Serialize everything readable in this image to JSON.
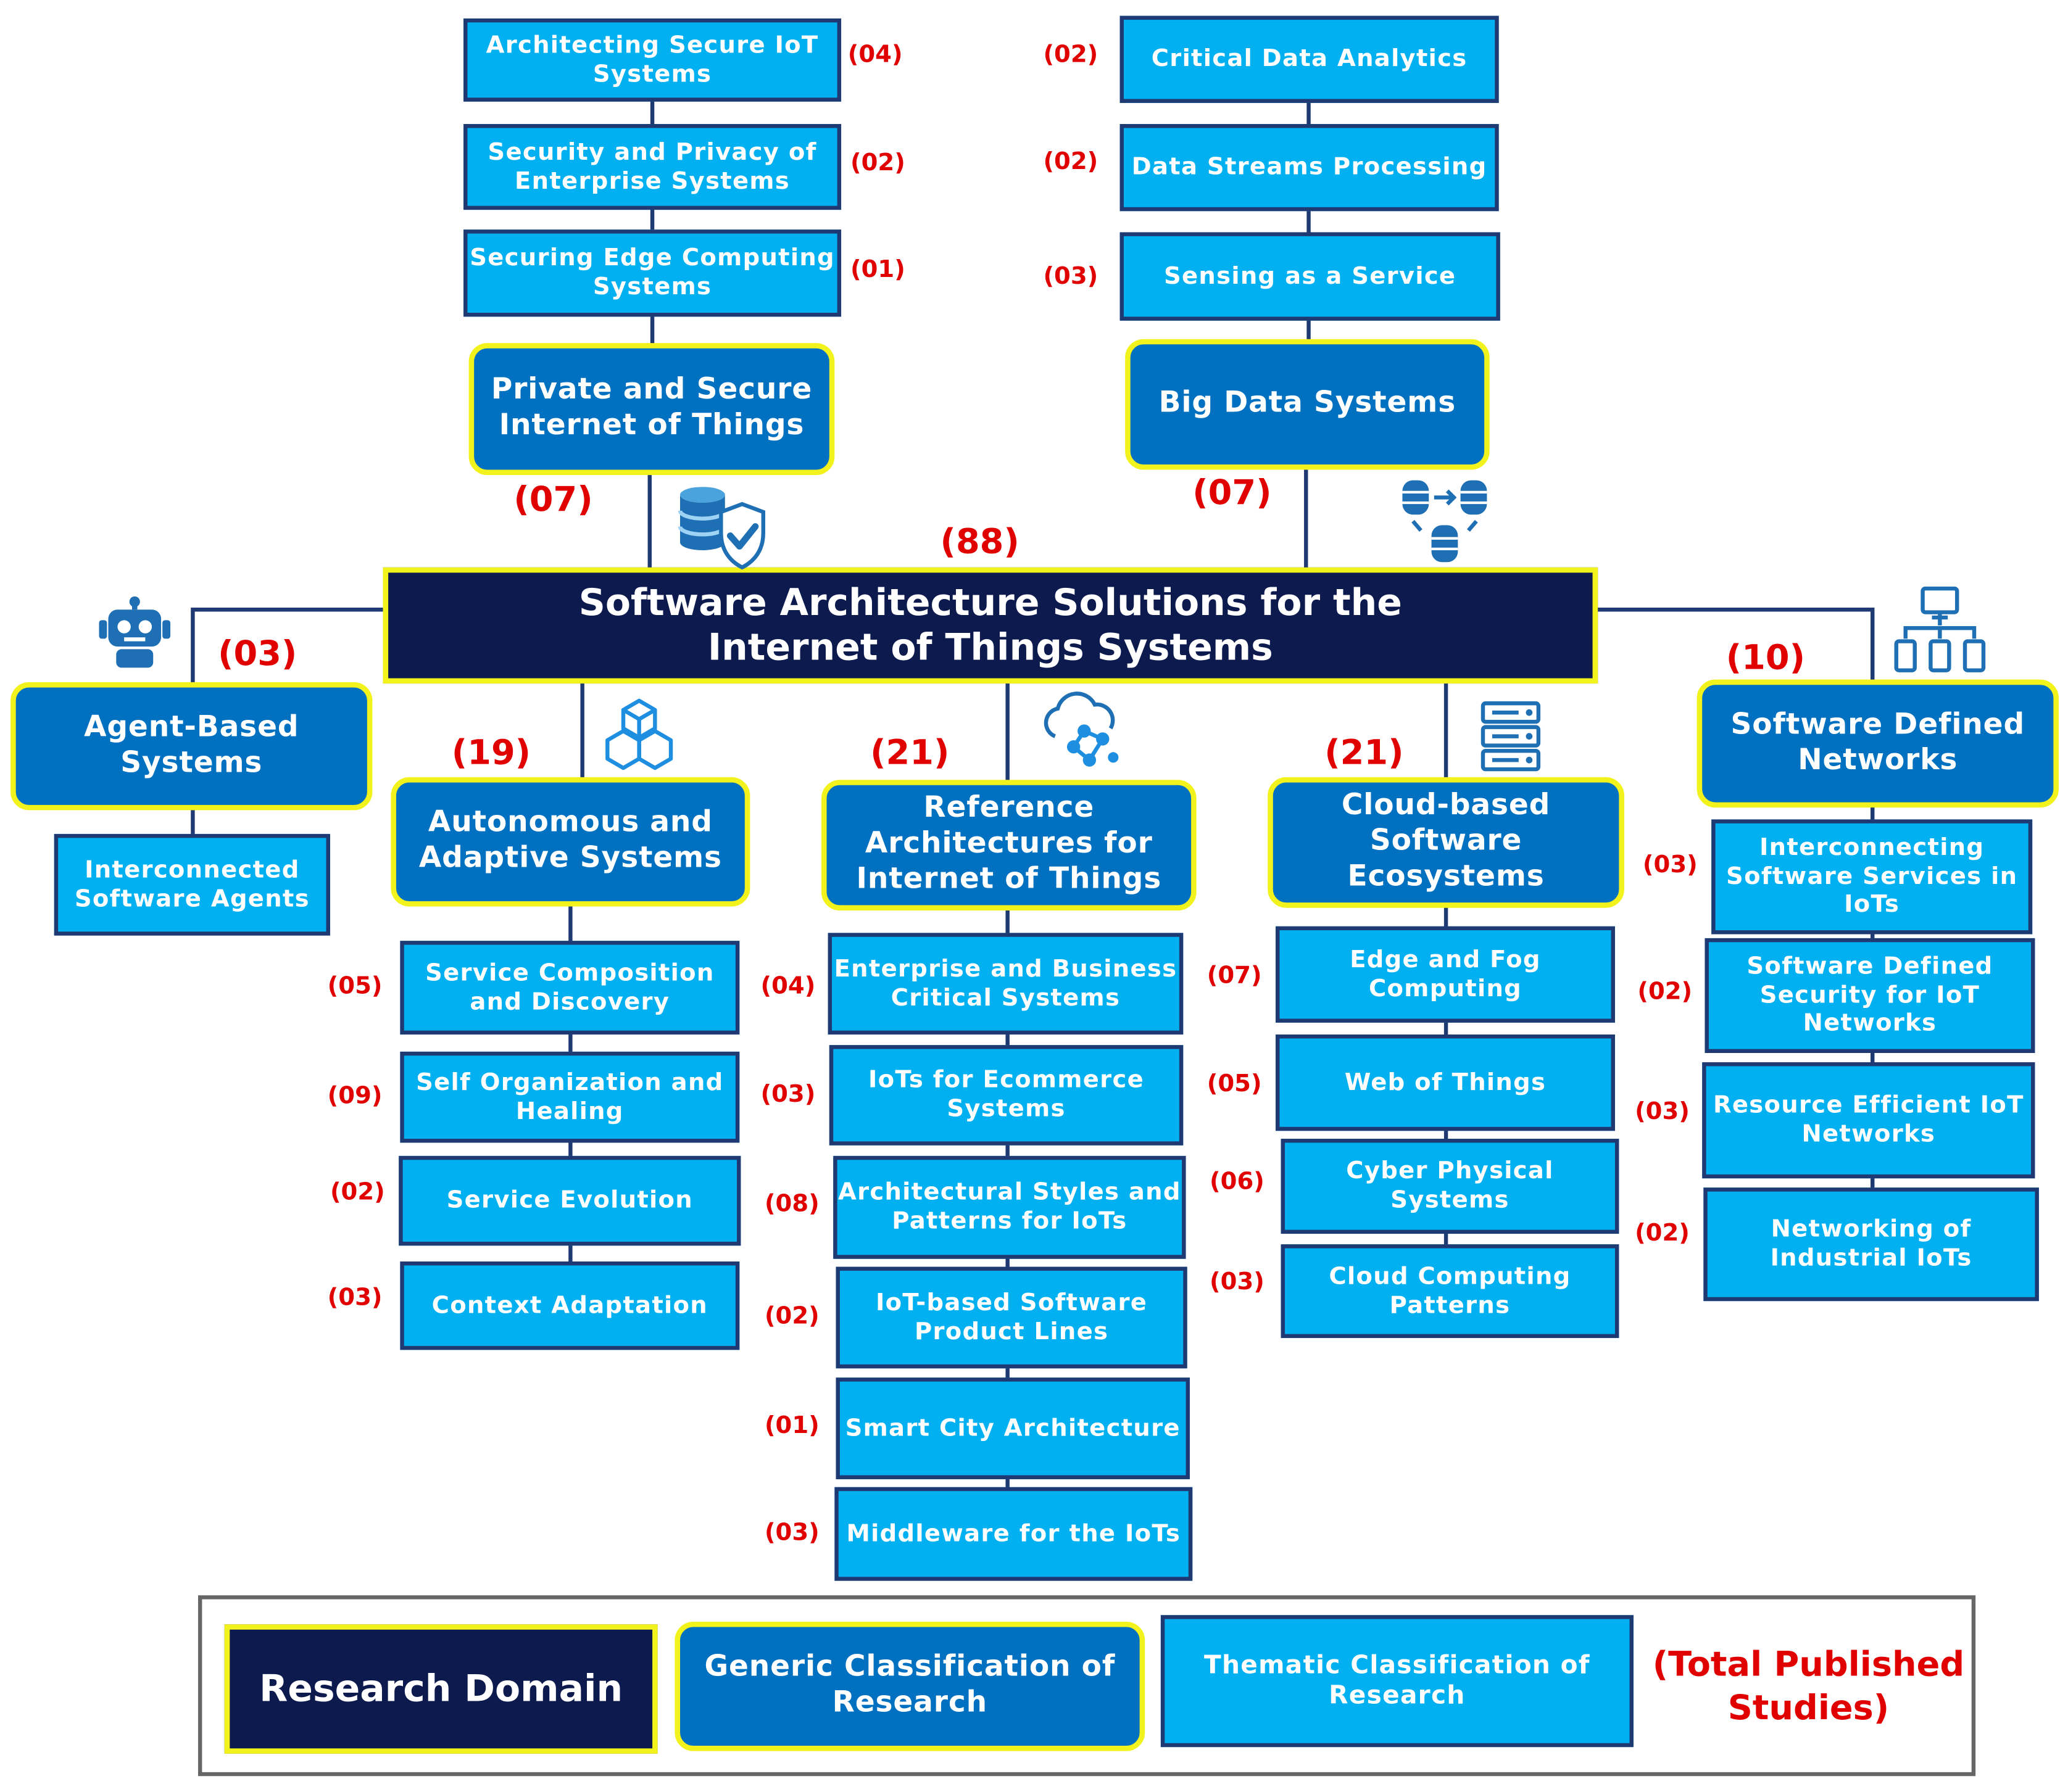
{
  "domain": {
    "label": "Software Architecture  Solutions for the Internet of Things Systems",
    "count": "(88)"
  },
  "categories": {
    "private_iot": {
      "label": "Private and Secure Internet of Things",
      "count": "(07)",
      "themes": [
        {
          "label": "Architecting Secure IoT Systems",
          "count": "(04)"
        },
        {
          "label": "Security and Privacy of Enterprise Systems",
          "count": "(02)"
        },
        {
          "label": "Securing Edge Computing Systems",
          "count": "(01)"
        }
      ]
    },
    "big_data": {
      "label": "Big Data Systems",
      "count": "(07)",
      "themes": [
        {
          "label": "Critical Data Analytics",
          "count": "(02)"
        },
        {
          "label": "Data Streams Processing",
          "count": "(02)"
        },
        {
          "label": "Sensing as a Service",
          "count": "(03)"
        }
      ]
    },
    "agent": {
      "label": "Agent-Based Systems",
      "count": "(03)",
      "themes": [
        {
          "label": "Interconnected Software Agents"
        }
      ]
    },
    "autonomous": {
      "label": "Autonomous and Adaptive Systems",
      "count": "(19)",
      "themes": [
        {
          "label": "Service Composition and Discovery",
          "count": "(05)"
        },
        {
          "label": "Self Organization and Healing",
          "count": "(09)"
        },
        {
          "label": "Service Evolution",
          "count": "(02)"
        },
        {
          "label": "Context Adaptation",
          "count": "(03)"
        }
      ]
    },
    "reference": {
      "label": "Reference Architectures for Internet of Things",
      "count": "(21)",
      "themes": [
        {
          "label": "Enterprise and Business Critical Systems",
          "count": "(04)"
        },
        {
          "label": "IoTs for Ecommerce Systems",
          "count": "(03)"
        },
        {
          "label": "Architectural Styles and Patterns for IoTs",
          "count": "(08)"
        },
        {
          "label": "IoT-based Software Product Lines",
          "count": "(02)"
        },
        {
          "label": "Smart City Architecture",
          "count": "(01)"
        },
        {
          "label": "Middleware for the IoTs",
          "count": "(03)"
        }
      ]
    },
    "cloud": {
      "label": "Cloud-based Software Ecosystems",
      "count": "(21)",
      "themes": [
        {
          "label": "Edge and Fog Computing",
          "count": "(07)"
        },
        {
          "label": "Web of Things",
          "count": "(05)"
        },
        {
          "label": "Cyber Physical Systems",
          "count": "(06)"
        },
        {
          "label": "Cloud Computing Patterns",
          "count": "(03)"
        }
      ]
    },
    "sdn": {
      "label": "Software Defined Networks",
      "count": "(10)",
      "themes": [
        {
          "label": "Interconnecting Software Services in IoTs",
          "count": "(03)"
        },
        {
          "label": "Software Defined Security for IoT Networks",
          "count": "(02)"
        },
        {
          "label": "Resource Efficient IoT Networks",
          "count": "(03)"
        },
        {
          "label": "Networking of Industrial IoTs",
          "count": "(02)"
        }
      ]
    }
  },
  "legend": {
    "research_domain": "Research Domain",
    "generic": "Generic Classification of Research",
    "thematic": "Thematic Classification of Research",
    "total": "(Total Published Studies)"
  },
  "icons": [
    "shield-database-icon",
    "database-sync-icon",
    "robot-icon",
    "cubes-network-icon",
    "cloud-network-icon",
    "server-rack-icon",
    "network-hierarchy-icon"
  ],
  "colors": {
    "domain": "#0c1a4e",
    "generic": "#0070c0",
    "thematic": "#00b0f0",
    "highlight": "#f2f21c",
    "count": "#e00000"
  }
}
